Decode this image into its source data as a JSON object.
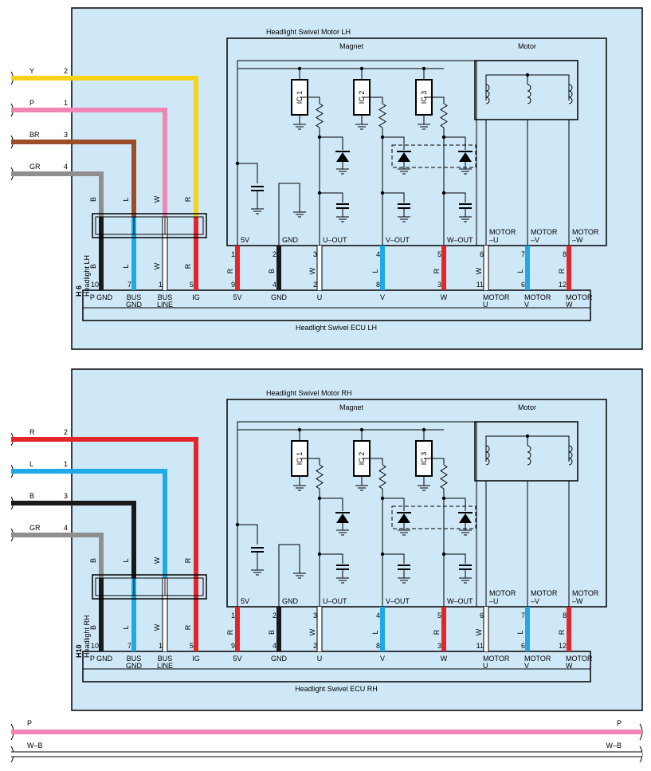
{
  "colors": {
    "panel_bg": "#cfe8f8",
    "Y": "#f7d21a",
    "R": "#e4262a",
    "P": "#ef86b6",
    "L": "#1fa9e6",
    "W": "#ffffff",
    "BR": "#9a4f2a",
    "B": "#1a1a1a",
    "GR": "#8f8f8f"
  },
  "panels": [
    {
      "side": "LH",
      "connector_id": "H 6",
      "connector_name": "Headlight LH",
      "motor_title": "Headlight Swivel Motor LH",
      "magnet_label": "Magnet",
      "motor_label": "Motor",
      "ecu_title": "Headlight Swivel ECU LH",
      "ic_labels": [
        "IC 1",
        "IC 2",
        "IC 3"
      ],
      "input_wires": [
        {
          "color": "Y",
          "pin": "2"
        },
        {
          "color": "P",
          "pin": "1"
        },
        {
          "color": "BR",
          "pin": "3"
        },
        {
          "color": "GR",
          "pin": "4"
        }
      ],
      "join_colors": [
        "B",
        "L",
        "W",
        "R"
      ],
      "ecu_left_pins": [
        {
          "pin": "10",
          "color": "B",
          "name": [
            "P GND"
          ]
        },
        {
          "pin": "7",
          "color": "L",
          "name": [
            "BUS",
            "GND"
          ]
        },
        {
          "pin": "1",
          "color": "W",
          "name": [
            "BUS",
            "LINE"
          ]
        },
        {
          "pin": "5",
          "color": "R",
          "name": [
            "IG"
          ]
        }
      ],
      "motor_terms": [
        {
          "name": [
            "5V"
          ],
          "motor_pin": "1",
          "ecu_pin": "9",
          "color": "R",
          "ecu_name": [
            "5V"
          ]
        },
        {
          "name": [
            "GND"
          ],
          "motor_pin": "2",
          "ecu_pin": "4",
          "color": "B",
          "ecu_name": [
            "GND"
          ]
        },
        {
          "name": [
            "U–OUT"
          ],
          "motor_pin": "3",
          "ecu_pin": "2",
          "color": "W",
          "ecu_name": [
            "U"
          ]
        },
        {
          "name": [
            "V–OUT"
          ],
          "motor_pin": "4",
          "ecu_pin": "8",
          "color": "L",
          "ecu_name": [
            "V"
          ]
        },
        {
          "name": [
            "W–OUT"
          ],
          "motor_pin": "5",
          "ecu_pin": "3",
          "color": "R",
          "ecu_name": [
            "W"
          ]
        },
        {
          "name": [
            "MOTOR",
            "–U"
          ],
          "motor_pin": "6",
          "ecu_pin": "11",
          "color": "W",
          "ecu_name": [
            "MOTOR",
            "U"
          ]
        },
        {
          "name": [
            "MOTOR",
            "–V"
          ],
          "motor_pin": "7",
          "ecu_pin": "6",
          "color": "L",
          "ecu_name": [
            "MOTOR",
            "V"
          ]
        },
        {
          "name": [
            "MOTOR",
            "–W"
          ],
          "motor_pin": "8",
          "ecu_pin": "12",
          "color": "R",
          "ecu_name": [
            "MOTOR",
            "W"
          ]
        }
      ]
    },
    {
      "side": "RH",
      "connector_id": "H10",
      "connector_name": "Headlight RH",
      "motor_title": "Headlight Swivel Motor RH",
      "magnet_label": "Magnet",
      "motor_label": "Motor",
      "ecu_title": "Headlight Swivel ECU RH",
      "ic_labels": [
        "IC 1",
        "IC 2",
        "IC 3"
      ],
      "input_wires": [
        {
          "color": "R",
          "pin": "2"
        },
        {
          "color": "L",
          "pin": "1"
        },
        {
          "color": "B",
          "pin": "3"
        },
        {
          "color": "GR",
          "pin": "4"
        }
      ],
      "join_colors": [
        "B",
        "L",
        "W",
        "R"
      ],
      "ecu_left_pins": [
        {
          "pin": "10",
          "color": "B",
          "name": [
            "P GND"
          ]
        },
        {
          "pin": "7",
          "color": "L",
          "name": [
            "BUS",
            "GND"
          ]
        },
        {
          "pin": "1",
          "color": "W",
          "name": [
            "BUS",
            "LINE"
          ]
        },
        {
          "pin": "5",
          "color": "R",
          "name": [
            "IG"
          ]
        }
      ],
      "motor_terms": [
        {
          "name": [
            "5V"
          ],
          "motor_pin": "1",
          "ecu_pin": "9",
          "color": "R",
          "ecu_name": [
            "5V"
          ]
        },
        {
          "name": [
            "GND"
          ],
          "motor_pin": "2",
          "ecu_pin": "4",
          "color": "B",
          "ecu_name": [
            "GND"
          ]
        },
        {
          "name": [
            "U–OUT"
          ],
          "motor_pin": "3",
          "ecu_pin": "2",
          "color": "W",
          "ecu_name": [
            "U"
          ]
        },
        {
          "name": [
            "V–OUT"
          ],
          "motor_pin": "4",
          "ecu_pin": "8",
          "color": "L",
          "ecu_name": [
            "V"
          ]
        },
        {
          "name": [
            "W–OUT"
          ],
          "motor_pin": "5",
          "ecu_pin": "3",
          "color": "R",
          "ecu_name": [
            "W"
          ]
        },
        {
          "name": [
            "MOTOR",
            "–U"
          ],
          "motor_pin": "6",
          "ecu_pin": "11",
          "color": "W",
          "ecu_name": [
            "MOTOR",
            "U"
          ]
        },
        {
          "name": [
            "MOTOR",
            "–V"
          ],
          "motor_pin": "7",
          "ecu_pin": "6",
          "color": "L",
          "ecu_name": [
            "MOTOR",
            "V"
          ]
        },
        {
          "name": [
            "MOTOR",
            "–W"
          ],
          "motor_pin": "8",
          "ecu_pin": "12",
          "color": "R",
          "ecu_name": [
            "MOTOR",
            "W"
          ]
        }
      ]
    }
  ],
  "bottom_wires": [
    {
      "color": "P",
      "label_left": "P",
      "label_right": "P"
    },
    {
      "color": "W",
      "label_left": "W–B",
      "label_right": "W–B"
    }
  ]
}
